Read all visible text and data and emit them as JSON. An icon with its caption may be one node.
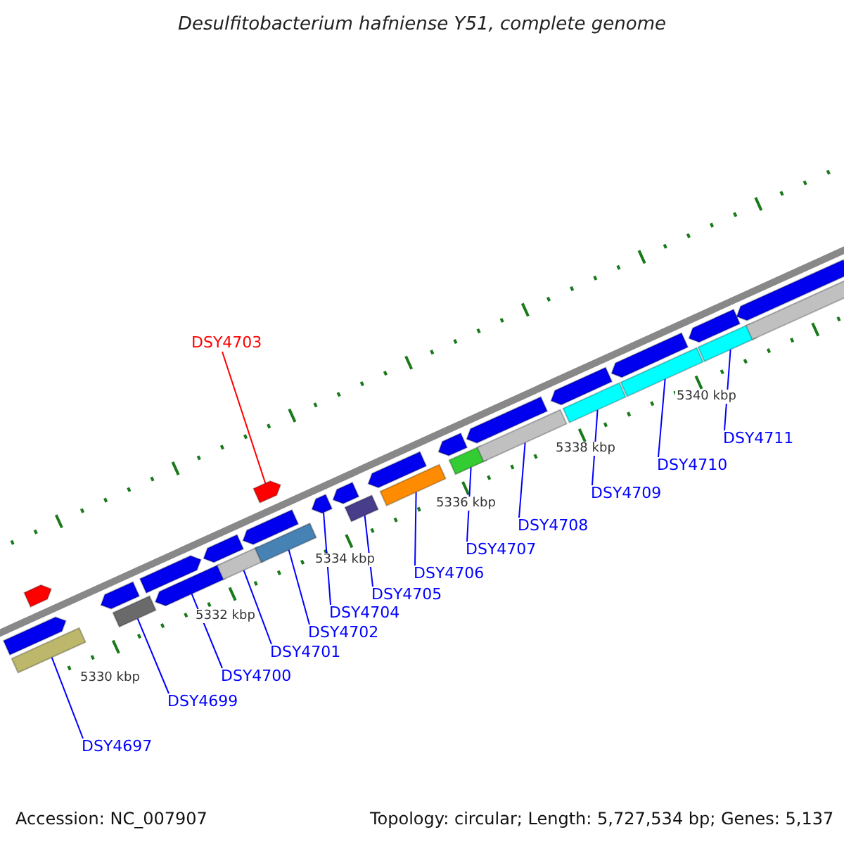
{
  "diagram": {
    "title": "Desulfitobacterium hafniense Y51, complete genome",
    "nodes": [
      {
        "text": [],
        "shape": "arrow"
      },
      {
        "text": [],
        "shape": "bar"
      },
      {
        "text": [],
        "shape": "arrow"
      },
      {
        "text": [],
        "shape": "arrow"
      },
      {
        "text": [],
        "shape": "bar"
      },
      {
        "text": [],
        "shape": "arrow"
      },
      {
        "text": [],
        "shape": "arrow"
      },
      {
        "text": [],
        "shape": "arrow"
      },
      {
        "text": [],
        "shape": "bar"
      },
      {
        "text": [],
        "shape": "arrow"
      },
      {
        "text": [],
        "shape": "bar"
      },
      {
        "text": [],
        "shape": "arrow"
      },
      {
        "text": [],
        "shape": "arrow"
      },
      {
        "text": [],
        "shape": "arrow"
      },
      {
        "text": [],
        "shape": "bar"
      },
      {
        "text": [],
        "shape": "arrow"
      },
      {
        "text": [],
        "shape": "bar"
      },
      {
        "text": [],
        "shape": "arrow"
      },
      {
        "text": [],
        "shape": "bar"
      },
      {
        "text": [],
        "shape": "arrow"
      },
      {
        "text": [],
        "shape": "bar"
      },
      {
        "text": [],
        "shape": "arrow"
      },
      {
        "text": [],
        "shape": "bar"
      },
      {
        "text": [],
        "shape": "arrow"
      },
      {
        "text": [],
        "shape": "bar"
      },
      {
        "text": [],
        "shape": "arrow"
      },
      {
        "text": [],
        "shape": "bar"
      },
      {
        "text": [],
        "shape": "arrow"
      },
      {
        "text": [],
        "shape": "bar"
      },
      {
        "text": [
          "DSY4697"
        ]
      },
      {
        "text": [
          "DSY4699"
        ]
      },
      {
        "text": [
          "DSY4700"
        ]
      },
      {
        "text": [
          "DSY4701"
        ]
      },
      {
        "text": [
          "DSY4702"
        ]
      },
      {
        "text": [
          "DSY4703"
        ]
      },
      {
        "text": [
          "DSY4704"
        ]
      },
      {
        "text": [
          "DSY4705"
        ]
      },
      {
        "text": [
          "DSY4706"
        ]
      },
      {
        "text": [
          "DSY4707"
        ]
      },
      {
        "text": [
          "DSY4708"
        ]
      },
      {
        "text": [
          "DSY4709"
        ]
      },
      {
        "text": [
          "DSY4710"
        ]
      },
      {
        "text": [
          "DSY4711"
        ]
      }
    ],
    "edges": [
      {
        "from": 29,
        "to": 1,
        "arrow": "none"
      },
      {
        "from": 30,
        "to": 4,
        "arrow": "none"
      },
      {
        "from": 31,
        "to": 6,
        "arrow": "none"
      },
      {
        "from": 32,
        "to": 8,
        "arrow": "none"
      },
      {
        "from": 33,
        "to": 10,
        "arrow": "none"
      },
      {
        "from": 34,
        "to": 11,
        "arrow": "none",
        "color": "#ff0000"
      },
      {
        "from": 35,
        "to": 12,
        "arrow": "none"
      },
      {
        "from": 36,
        "to": 14,
        "arrow": "none"
      },
      {
        "from": 37,
        "to": 16,
        "arrow": "none"
      },
      {
        "from": 38,
        "to": 18,
        "arrow": "none"
      },
      {
        "from": 39,
        "to": 20,
        "arrow": "none"
      },
      {
        "from": 40,
        "to": 22,
        "arrow": "none"
      },
      {
        "from": 41,
        "to": 24,
        "arrow": "none"
      },
      {
        "from": 42,
        "to": 26,
        "arrow": "none"
      }
    ],
    "labels": [
      "5330 kbp",
      "5332 kbp",
      "5334 kbp",
      "5336 kbp",
      "5338 kbp",
      "5340 kbp",
      "Accession: NC_007907",
      "Topology: circular; Length: 5,727,534 bp; Genes: 5,137"
    ]
  }
}
